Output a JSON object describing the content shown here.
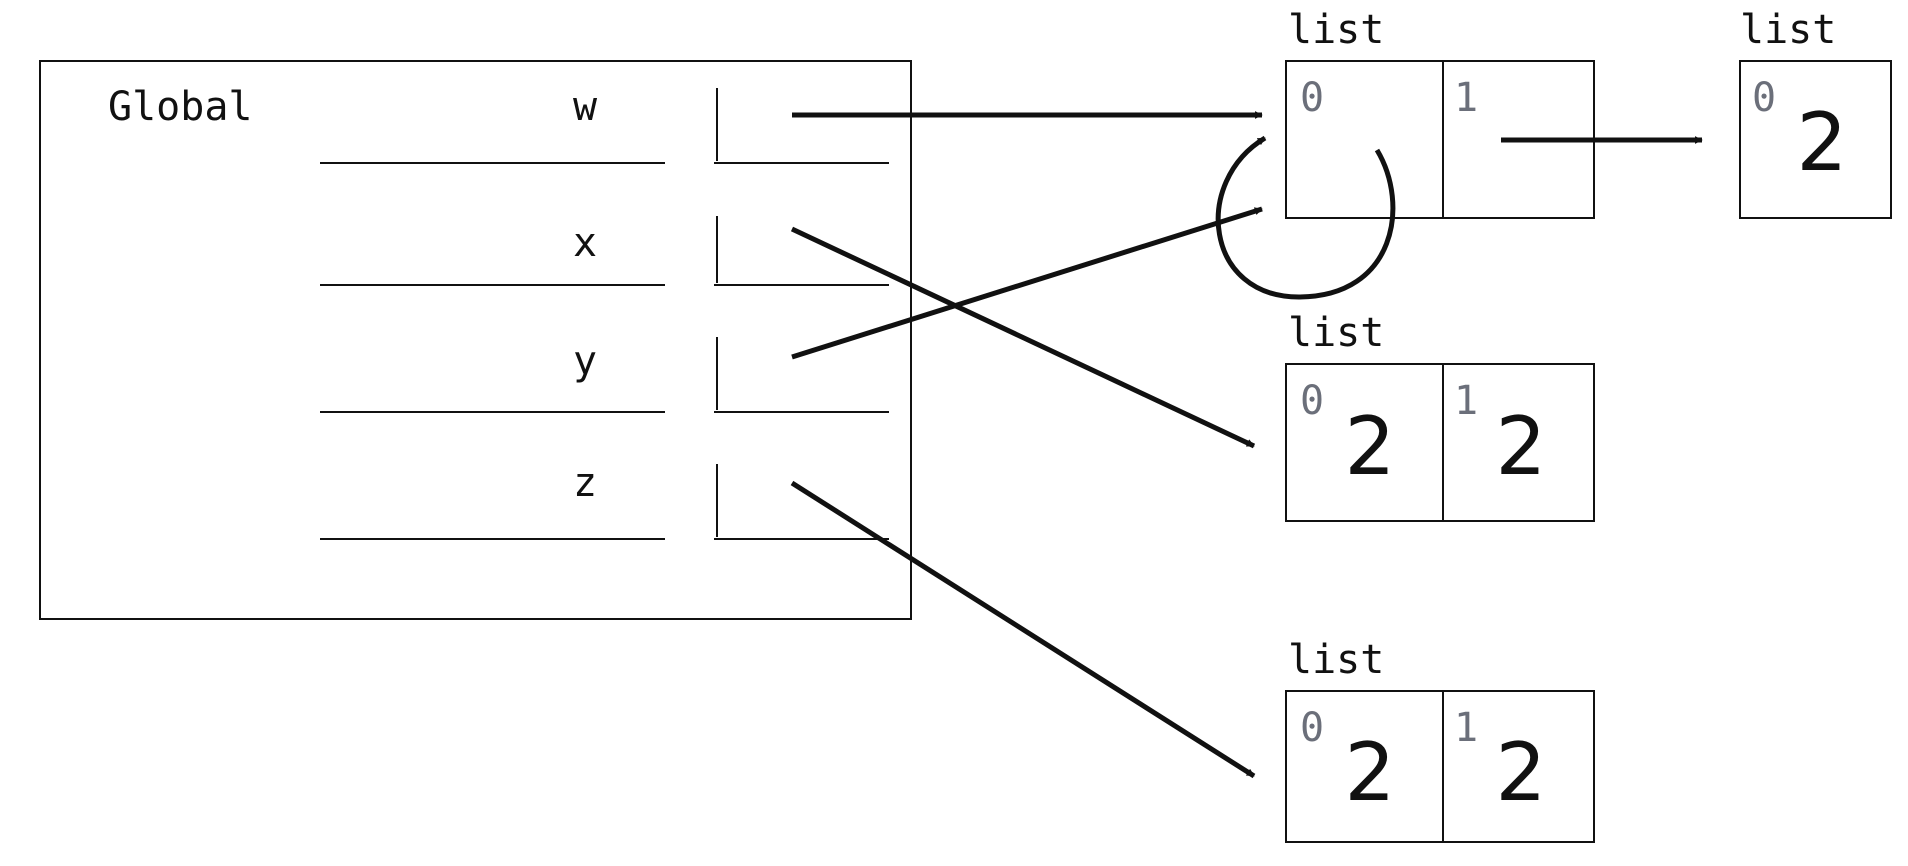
{
  "frame": {
    "title": "Global",
    "variables": [
      "w",
      "x",
      "y",
      "z"
    ]
  },
  "objects": {
    "list_main": {
      "type": "list",
      "indices": [
        "0",
        "1"
      ],
      "values": [
        "",
        ""
      ]
    },
    "list_single": {
      "type": "list",
      "indices": [
        "0"
      ],
      "values": [
        "2"
      ]
    },
    "list_x": {
      "type": "list",
      "indices": [
        "0",
        "1"
      ],
      "values": [
        "2",
        "2"
      ]
    },
    "list_z": {
      "type": "list",
      "indices": [
        "0",
        "1"
      ],
      "values": [
        "2",
        "2"
      ]
    }
  },
  "references": [
    {
      "from": "w",
      "to": "list_main"
    },
    {
      "from": "x",
      "to": "list_x"
    },
    {
      "from": "y",
      "to": "list_main"
    },
    {
      "from": "z",
      "to": "list_z"
    },
    {
      "from": "list_main.0",
      "to": "list_main"
    },
    {
      "from": "list_main.1",
      "to": "list_single"
    }
  ],
  "colors": {
    "ink": "#111111",
    "index": "#6b6f7a",
    "background": "#ffffff"
  }
}
